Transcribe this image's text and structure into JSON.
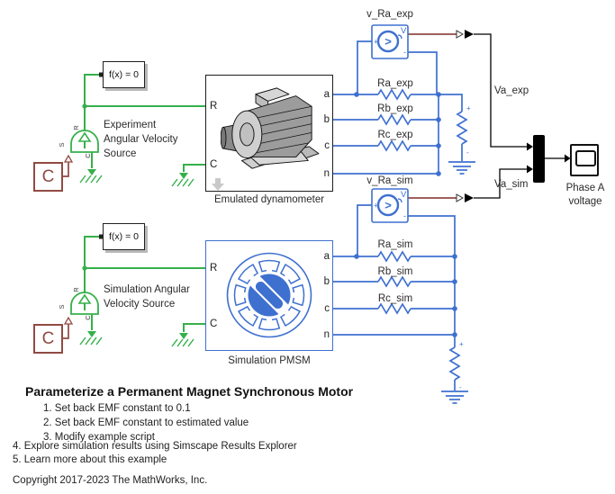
{
  "colors": {
    "physical_green": "#35B04B",
    "electrical_blue": "#3E70D0",
    "signal_maroon": "#914A42",
    "line_black": "#000000"
  },
  "solver": {
    "label": "f(x) = 0"
  },
  "controller": {
    "label": "C"
  },
  "source_ports": {
    "r": "R",
    "s": "S",
    "c": "C"
  },
  "experiment_source": {
    "line1": "Experiment",
    "line2": "Angular Velocity",
    "line3": "Source"
  },
  "simulation_source": {
    "line1": "Simulation Angular",
    "line2": "Velocity Source"
  },
  "dynamometer": {
    "caption": "Emulated dynamometer",
    "port_r": "R",
    "port_c": "C",
    "port_a": "a",
    "port_b": "b",
    "port_c2": "c",
    "port_n": "n"
  },
  "pmsm": {
    "caption": "Simulation PMSM",
    "port_r": "R",
    "port_c": "C",
    "port_a": "a",
    "port_b": "b",
    "port_c2": "c",
    "port_n": "n"
  },
  "sensor_exp": {
    "caption": "v_Ra_exp"
  },
  "sensor_sim": {
    "caption": "v_Ra_sim"
  },
  "sensor_glyphs": {
    "plus": "+",
    "minus": "-",
    "v": "V",
    "needle": ">"
  },
  "vres": {
    "plus": "+",
    "minus": "-"
  },
  "resistors_exp": [
    "Ra_exp",
    "Rb_exp",
    "Rc_exp"
  ],
  "resistors_sim": [
    "Ra_sim",
    "Rb_sim",
    "Rc_sim"
  ],
  "signal_labels": {
    "va_exp": "Va_exp",
    "va_sim": "Va_sim"
  },
  "scope": {
    "caption_line1": "Phase A",
    "caption_line2": "voltage"
  },
  "doc": {
    "title": "Parameterize a Permanent Magnet Synchronous Motor",
    "item1": "1. Set back EMF constant to 0.1",
    "item2": "2. Set back EMF constant to estimated value",
    "item3": "3. Modify example script",
    "item4": "4. Explore simulation results using Simscape Results Explorer",
    "item5": "5. Learn more about this example",
    "copyright": "Copyright 2017-2023 The MathWorks, Inc."
  }
}
